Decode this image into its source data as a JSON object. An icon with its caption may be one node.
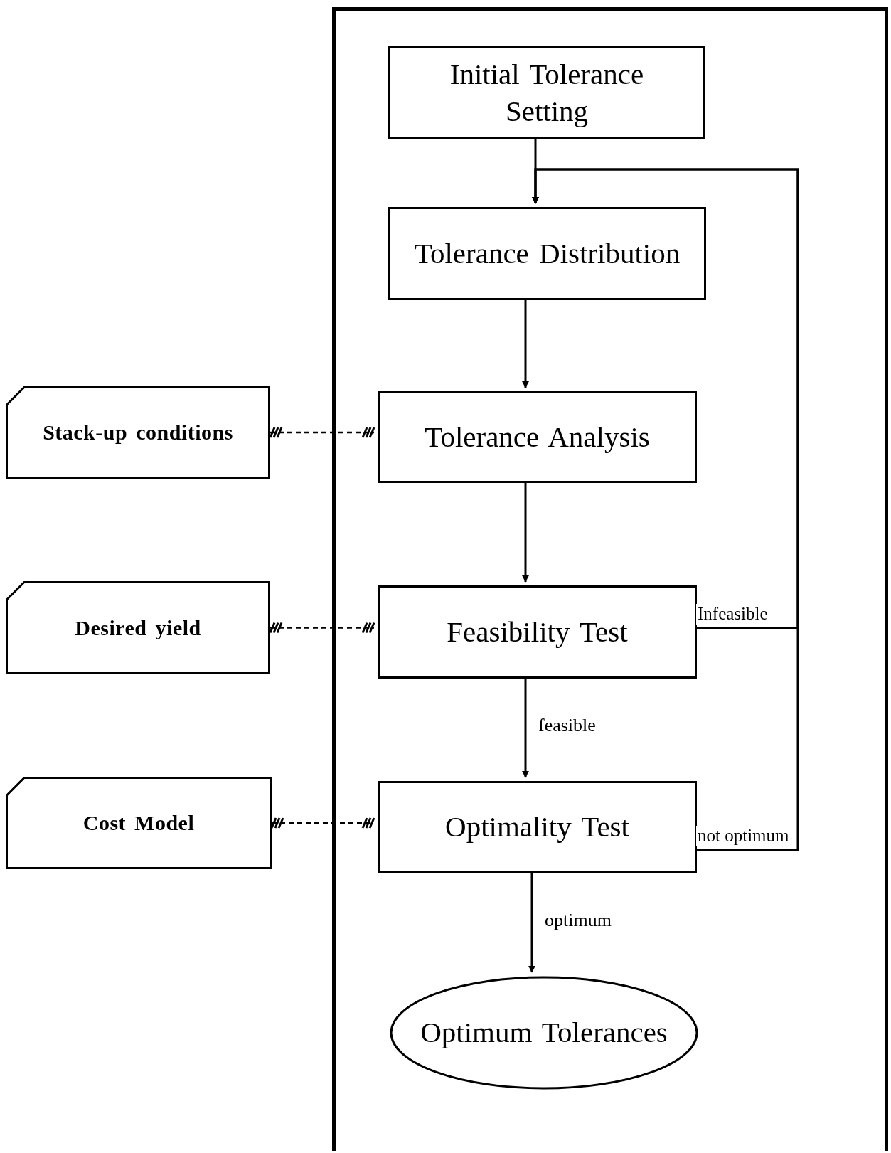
{
  "diagram": {
    "nodes": [
      {
        "text": [],
        "shape": "box"
      },
      {
        "text": [
          "Initial Tolerance Setting"
        ],
        "in": 0
      },
      {
        "text": [
          "Tolerance Distribution"
        ],
        "in": 0
      },
      {
        "text": [
          "Tolerance Analysis"
        ],
        "in": 0
      },
      {
        "text": [
          "Feasibility Test"
        ],
        "in": 0
      },
      {
        "text": [
          "Optimality Test"
        ],
        "in": 0
      },
      {
        "text": [
          "Optimum Tolerances"
        ],
        "in": 0
      },
      {
        "text": [
          "Stack-up conditions"
        ]
      },
      {
        "text": [
          "Desired yield"
        ]
      },
      {
        "text": [
          "Cost Model"
        ]
      }
    ],
    "edges": [
      {
        "from": 1,
        "to": 2,
        "arrow": "to"
      },
      {
        "from": 2,
        "to": 3,
        "arrow": "to"
      },
      {
        "from": 3,
        "to": 4,
        "arrow": "to"
      },
      {
        "from": 4,
        "to": 5,
        "arrow": "to",
        "label": "feasible"
      },
      {
        "from": 5,
        "to": 6,
        "arrow": "to",
        "label": "optimum"
      },
      {
        "from": 4,
        "to": 2,
        "arrow": "to",
        "label": "Infeasible"
      },
      {
        "from": 5,
        "to": 2,
        "arrow": "to",
        "label": "not optimum"
      },
      {
        "from": 7,
        "to": 3,
        "arrow": "other",
        "style": "dashed"
      },
      {
        "from": 8,
        "to": 4,
        "arrow": "other",
        "style": "dashed"
      },
      {
        "from": 9,
        "to": 5,
        "arrow": "other",
        "style": "dashed"
      }
    ]
  }
}
